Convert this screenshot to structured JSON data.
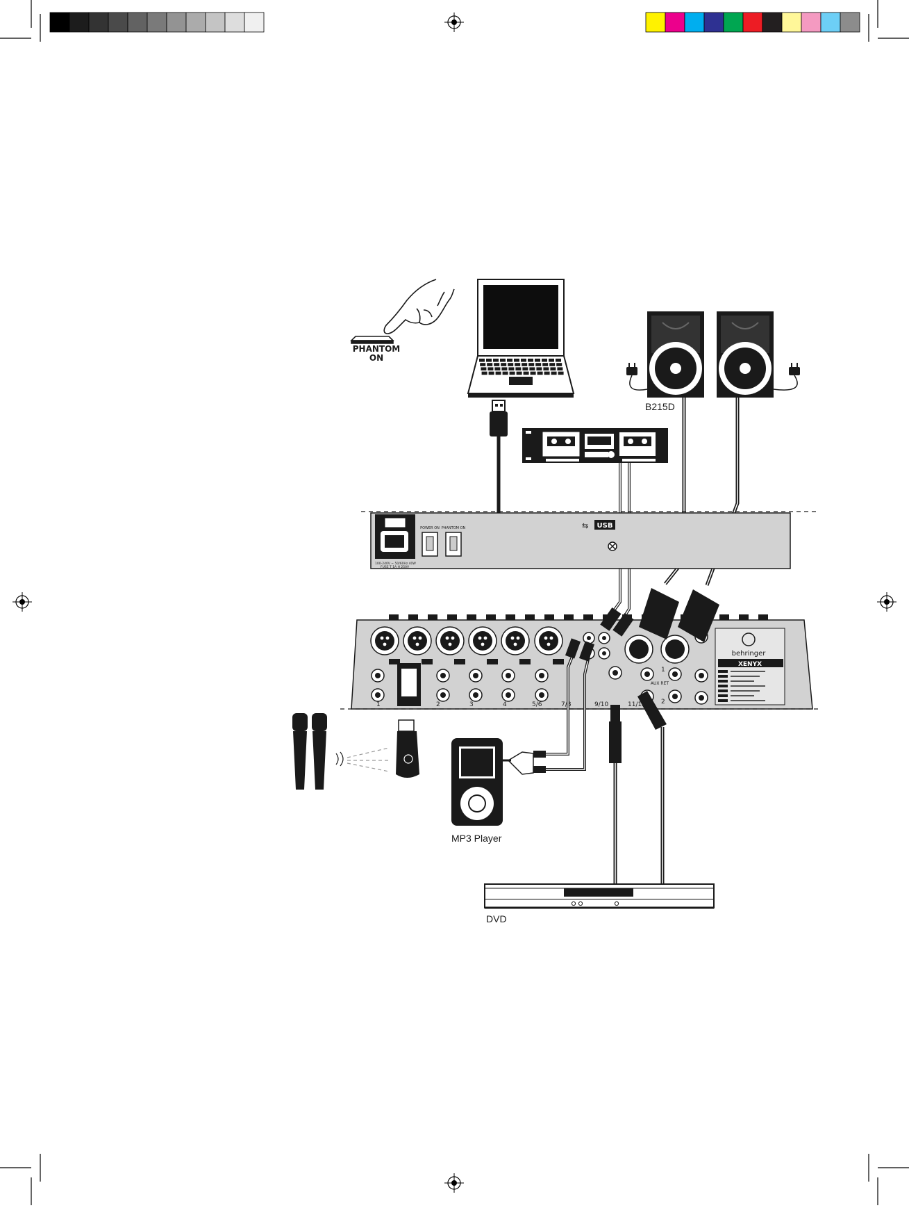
{
  "labels": {
    "phantom_line1": "PHANTOM",
    "phantom_line2": "ON",
    "speaker_model": "B215D",
    "mp3_player": "MP3 Player",
    "dvd": "DVD"
  },
  "rear_panel": {
    "power_switch": "POWER ON",
    "phantom_switch": "PHANTOM ON",
    "usb_label": "USB",
    "mains_spec": "100-240V ~ 50/60Hz 40W",
    "fuse_spec": "FUSE T 1A H 250V"
  },
  "mixer": {
    "brand": "behringer",
    "model": "XENYX",
    "channel_numbers": [
      "1",
      "2",
      "3",
      "4",
      "5/6",
      "7/8",
      "9/10",
      "11/12"
    ],
    "aux_return_label": "AUX RET",
    "aux_numbers": [
      "1",
      "2"
    ]
  },
  "colors": {
    "ink": "#1a1a1a",
    "panel_gray": "#d2d2d2",
    "calibration_grays": [
      "#000000",
      "#1c1c1c",
      "#333333",
      "#4a4a4a",
      "#626262",
      "#7a7a7a",
      "#939393",
      "#ababab",
      "#c4c4c4",
      "#dddddd",
      "#f0f0f0"
    ],
    "calibration_colors": [
      "#fff200",
      "#ec008c",
      "#00aeef",
      "#2e3192",
      "#00a651",
      "#ed1c24",
      "#231f20",
      "#fff799",
      "#f49ac1",
      "#6dcff6",
      "#8c8c8c"
    ]
  }
}
